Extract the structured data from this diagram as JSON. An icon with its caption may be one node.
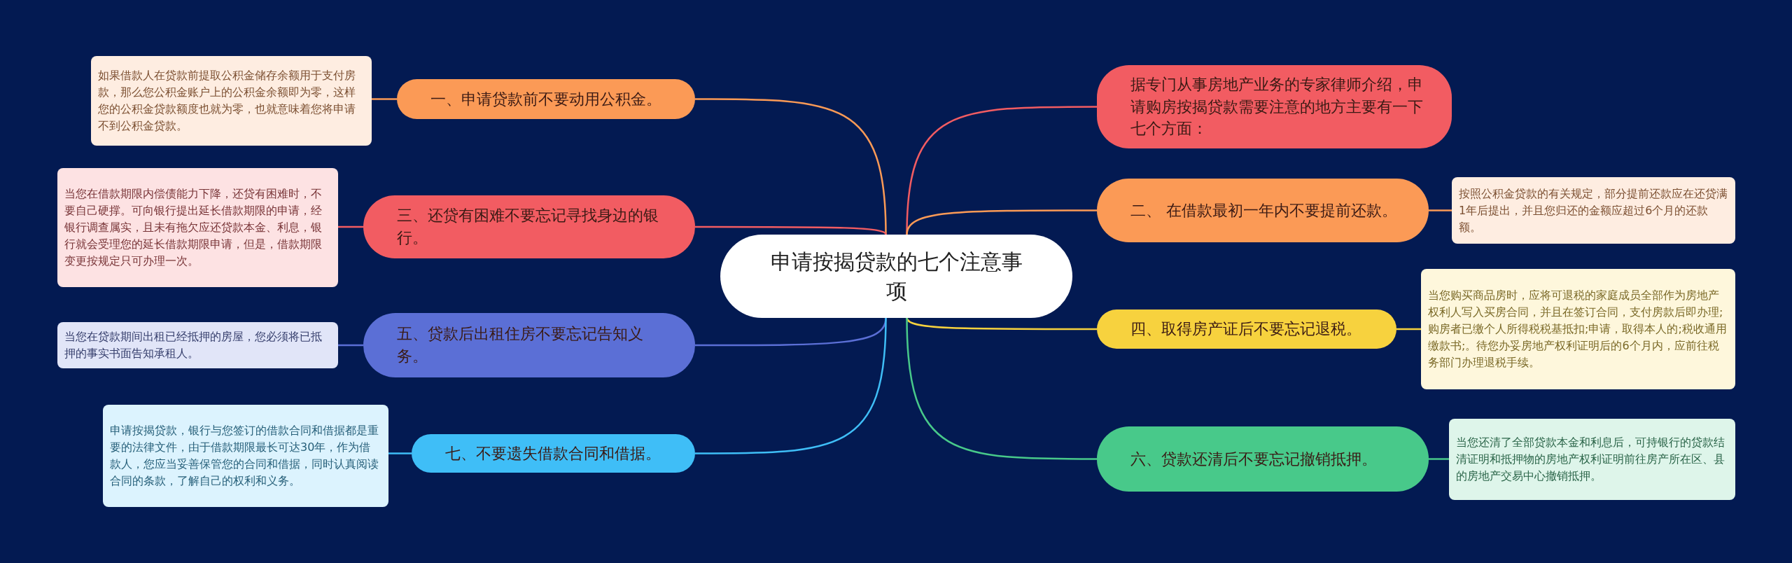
{
  "diagram": {
    "nodes": [
      {
        "text": [
          "申请按揭贷款的七个注意事项"
        ]
      },
      {
        "text": [
          "据专门从事房地产业务的专家律师介绍，申请购房按揭贷款需要注意的地方主要有一下七个方面："
        ]
      },
      {
        "text": [
          "一、申请贷款前不要动用公积金。"
        ]
      },
      {
        "text": [
          "如果借款人在贷款前提取公积金储存余额用于支付房款，那么您公积金账户上的公积金余额即为零，这样您的公积金贷款额度也就为零，也就意味着您将申请不到公积金贷款。"
        ]
      },
      {
        "text": [
          "二、 在借款最初一年内不要提前还款。"
        ]
      },
      {
        "text": [
          "按照公积金贷款的有关规定，部分提前还款应在还贷满1年后提出，并且您归还的金额应超过6个月的还款额。"
        ]
      },
      {
        "text": [
          "三、还贷有困难不要忘记寻找身边的银行。"
        ]
      },
      {
        "text": [
          "当您在借款期限内偿债能力下降，还贷有困难时，不要自己硬撑。可向银行提出延长借款期限的申请，经银行调查属实，且未有拖欠应还贷款本金、利息，银行就会受理您的延长借款期限申请，但是，借款期限变更按规定只可办理一次。"
        ]
      },
      {
        "text": [
          "四、取得房产证后不要忘记退税。"
        ]
      },
      {
        "text": [
          "当您购买商品房时，应将可退税的家庭成员全部作为房地产权利人写入买房合同，并且在签订合同，支付房款后即办理;购房者已缴个人所得税税基抵扣;申请，取得本人的;税收通用缴款书;。待您办妥房地产权利证明后的6个月内，应前往税务部门办理退税手续。"
        ]
      },
      {
        "text": [
          "五、贷款后出租住房不要忘记告知义务。"
        ]
      },
      {
        "text": [
          "当您在贷款期间出租已经抵押的房屋，您必须将已抵押的事实书面告知承租人。"
        ]
      },
      {
        "text": [
          "六、贷款还清后不要忘记撤销抵押。"
        ]
      },
      {
        "text": [
          "当您还清了全部贷款本金和利息后，可持银行的贷款结清证明和抵押物的房地产权利证明前往房产所在区、县的房地产交易中心撤销抵押。"
        ]
      },
      {
        "text": [
          "七、不要遗失借款合同和借据。"
        ]
      },
      {
        "text": [
          "申请按揭贷款，银行与您签订的借款合同和借据都是重要的法律文件，由于借款期限最长可达30年，作为借款人，您应当妥善保管您的合同和借据，同时认真阅读合同的条款，了解自己的权利和义务。"
        ]
      }
    ],
    "edges": [
      {
        "from": 0,
        "to": 1,
        "arrow": "none",
        "color": "#f25c62"
      },
      {
        "from": 0,
        "to": 2,
        "arrow": "none",
        "color": "#fb9a56"
      },
      {
        "from": 2,
        "to": 3,
        "arrow": "none",
        "color": "#fb9a56"
      },
      {
        "from": 0,
        "to": 4,
        "arrow": "none",
        "color": "#fb9a56"
      },
      {
        "from": 4,
        "to": 5,
        "arrow": "none",
        "color": "#fb9a56"
      },
      {
        "from": 0,
        "to": 6,
        "arrow": "none",
        "color": "#f25c62"
      },
      {
        "from": 6,
        "to": 7,
        "arrow": "none",
        "color": "#f25c62"
      },
      {
        "from": 0,
        "to": 8,
        "arrow": "none",
        "color": "#f7d23e"
      },
      {
        "from": 8,
        "to": 9,
        "arrow": "none",
        "color": "#f7d23e"
      },
      {
        "from": 0,
        "to": 10,
        "arrow": "none",
        "color": "#5b6fd6"
      },
      {
        "from": 10,
        "to": 11,
        "arrow": "none",
        "color": "#5b6fd6"
      },
      {
        "from": 0,
        "to": 12,
        "arrow": "none",
        "color": "#48c98a"
      },
      {
        "from": 12,
        "to": 13,
        "arrow": "none",
        "color": "#48c98a"
      },
      {
        "from": 0,
        "to": 14,
        "arrow": "none",
        "color": "#3fbef7"
      },
      {
        "from": 14,
        "to": 15,
        "arrow": "none",
        "color": "#3fbef7"
      }
    ]
  }
}
